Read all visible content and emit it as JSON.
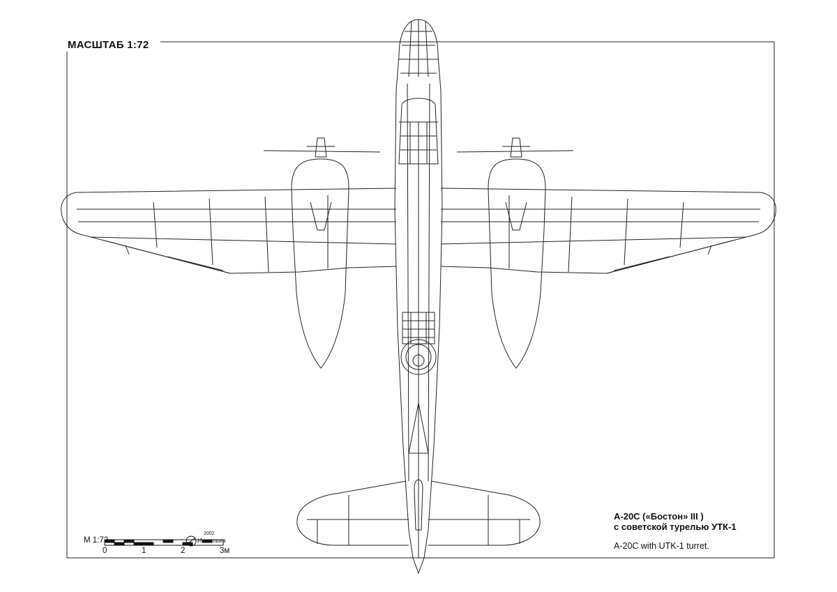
{
  "header": {
    "scale_title": "МАСШТАБ 1:72"
  },
  "caption": {
    "title_ru_line1": "А-20С («Бостон» III )",
    "title_ru_line2": "с советской турелью УТК-1",
    "title_en": "A-20C with UTK-1 turret."
  },
  "scale_bar": {
    "label": "М 1:72",
    "ticks": [
      "0",
      "1",
      "2",
      "3м"
    ]
  },
  "signature": {
    "year": "2002",
    "name": "Игнатьев"
  }
}
